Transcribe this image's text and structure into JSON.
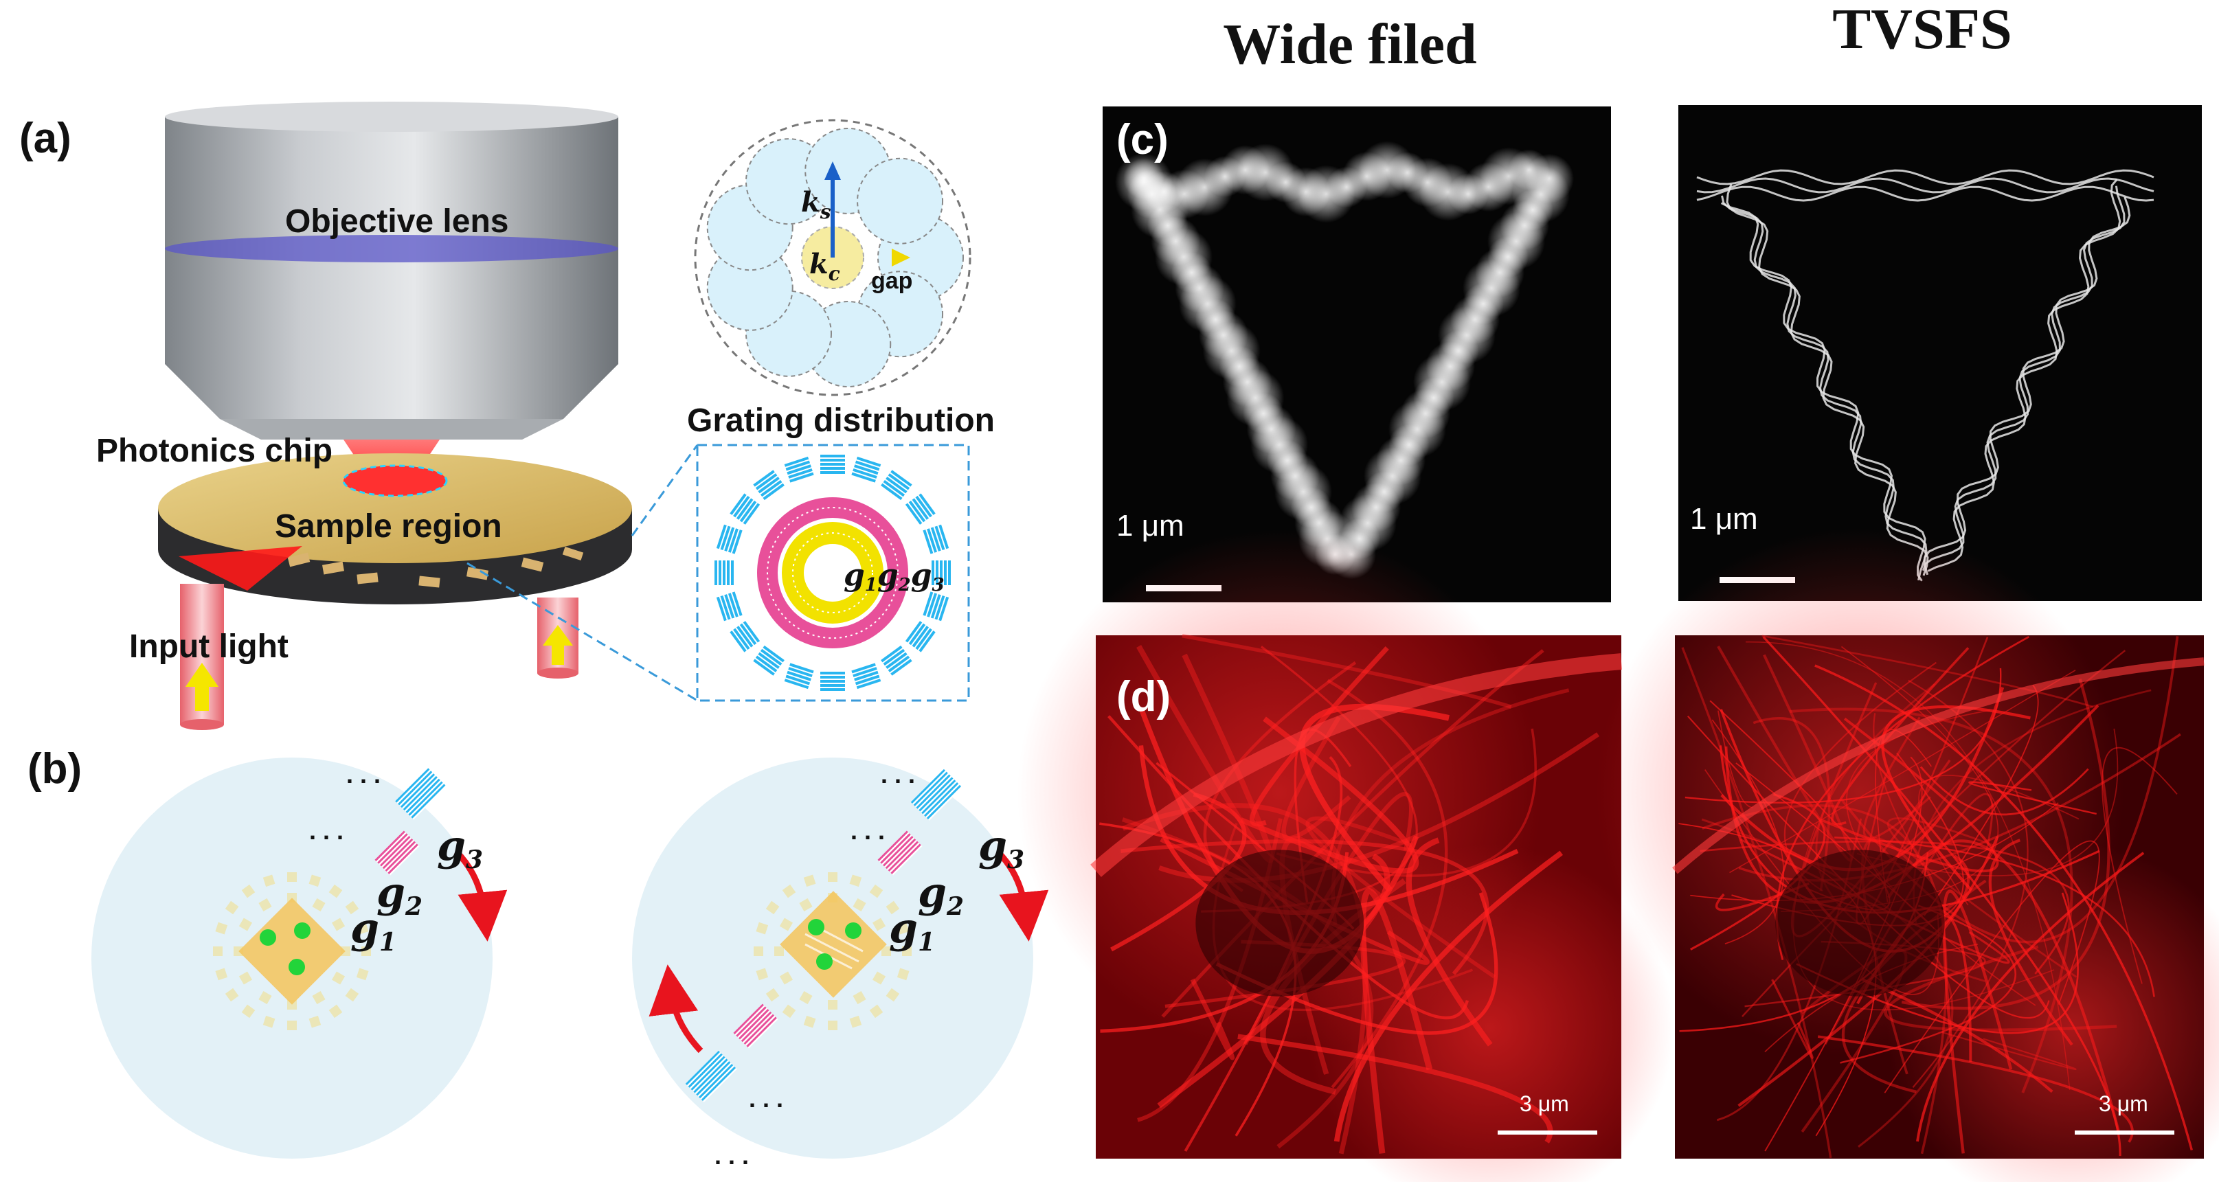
{
  "panel_labels": {
    "a": "(a)",
    "b": "(b)",
    "c": "(c)",
    "d": "(d)"
  },
  "column_titles": {
    "left": "Wide filed",
    "right": "TVSFS"
  },
  "schematic": {
    "objective": "Objective lens",
    "chip": "Photonics chip",
    "sample": "Sample region",
    "input": "Input light",
    "grating_title": "Grating distribution"
  },
  "kspace": {
    "ks": "k",
    "ks_sub": "s",
    "kc": "k",
    "kc_sub": "c",
    "gap": "gap"
  },
  "gratings": {
    "g": "g",
    "sub1": "1",
    "sub2": "2",
    "sub3": "3"
  },
  "scale_bars": {
    "c": "1 μm",
    "d": "3 μm"
  },
  "colors": {
    "cyan": "#29b6f0",
    "magenta": "#e8509a",
    "yellow": "#f2e200",
    "red": "#e8141e",
    "light_blue": "#e3f1f7",
    "green": "#22d43a"
  }
}
